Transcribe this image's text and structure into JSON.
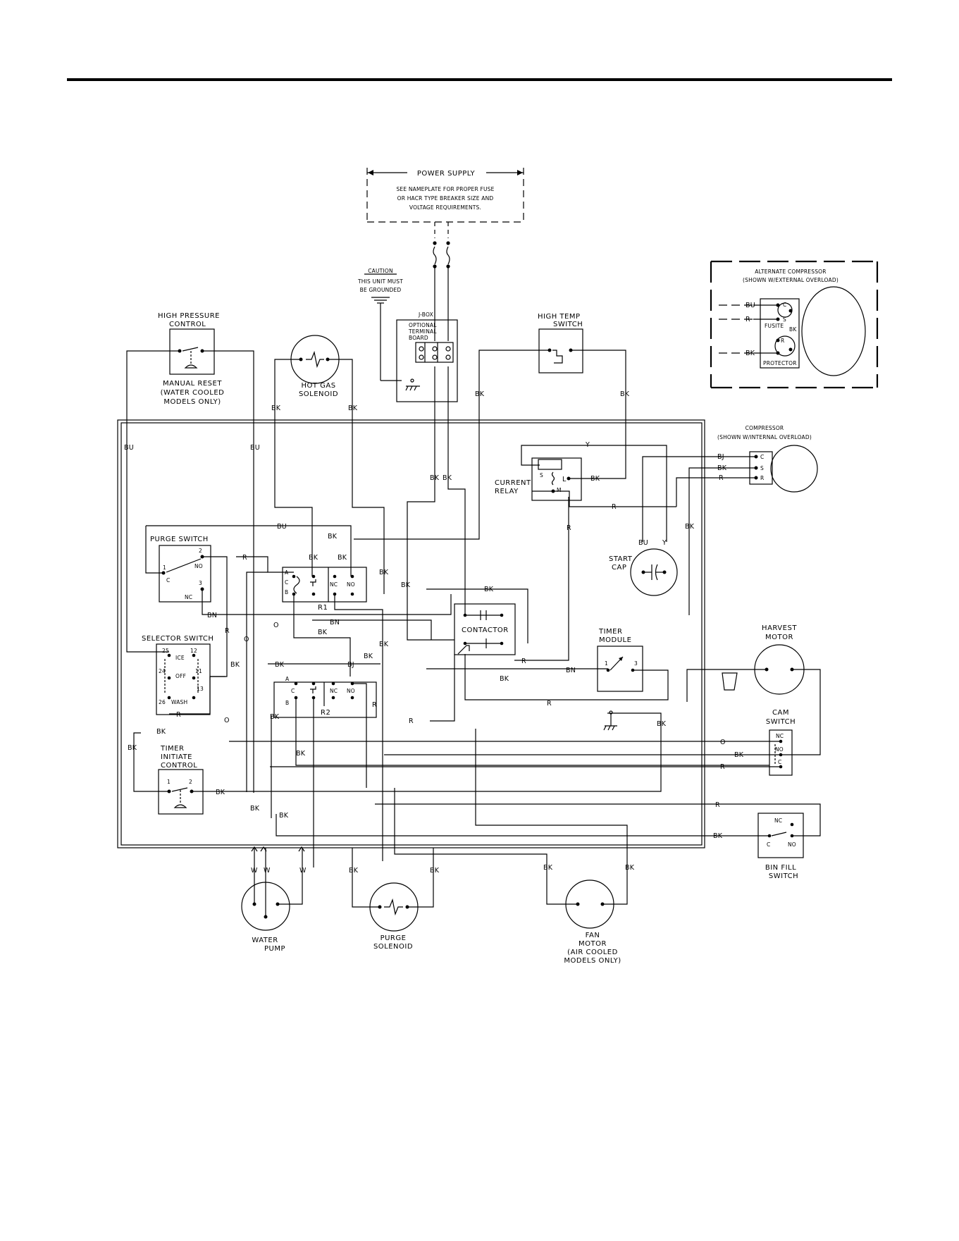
{
  "power_supply": {
    "title": "POWER SUPPLY",
    "lines": [
      "SEE NAMEPLATE FOR PROPER FUSE",
      "OR HACR TYPE BREAKER SIZE AND",
      "VOLTAGE REQUIREMENTS."
    ]
  },
  "caution": {
    "title": "CAUTION",
    "lines": [
      "THIS UNIT MUST",
      "BE GROUNDED"
    ]
  },
  "jbox": {
    "title": "J-BOX",
    "lines": [
      "OPTIONAL",
      "TERMINAL",
      "BOARD"
    ]
  },
  "alternate_compressor": {
    "title": "ALTERNATE COMPRESSOR",
    "subtitle": "(SHOWN W/EXTERNAL OVERLOAD)",
    "wires": [
      "BU",
      "R",
      "BK"
    ],
    "pins": [
      "C",
      "S",
      "R"
    ],
    "labels": [
      "FUSITE",
      "BK",
      "PROTECTOR"
    ]
  },
  "high_pressure": {
    "title": [
      "HIGH PRESSURE",
      "CONTROL"
    ],
    "note": [
      "MANUAL RESET",
      "(WATER COOLED",
      "MODELS ONLY)"
    ]
  },
  "hot_gas": [
    "HOT GAS",
    "SOLENOID"
  ],
  "high_temp": [
    "HIGH TEMP",
    "SWITCH"
  ],
  "compressor": {
    "title": "COMPRESSOR",
    "subtitle": "(SHOWN W/INTERNAL OVERLOAD)",
    "pins": [
      "C",
      "S",
      "R"
    ]
  },
  "current_relay": {
    "label": [
      "CURRENT",
      "RELAY"
    ],
    "pins": [
      "S",
      "L",
      "M"
    ]
  },
  "start_cap": [
    "START",
    "CAP"
  ],
  "purge_switch": {
    "title": "PURGE SWITCH",
    "pins": [
      "2",
      "NO",
      "1",
      "C",
      "3",
      "NC"
    ]
  },
  "relay_r1": {
    "name": "R1",
    "terms": [
      "A",
      "C",
      "B",
      "NC",
      "NO"
    ]
  },
  "relay_r2": {
    "name": "R2",
    "terms": [
      "A",
      "C",
      "B",
      "NC",
      "NO"
    ]
  },
  "contactor": "CONTACTOR",
  "selector_switch": {
    "title": "SELECTOR SWITCH",
    "terms": [
      "25",
      "ICE",
      "12",
      "24",
      "OFF",
      "11",
      "13",
      "26",
      "WASH"
    ]
  },
  "timer_module": {
    "title": [
      "TIMER",
      "MODULE"
    ],
    "pins": [
      "1",
      "3"
    ]
  },
  "harvest_motor": [
    "HARVEST",
    "MOTOR"
  ],
  "cam_switch": {
    "title": [
      "CAM",
      "SWITCH"
    ],
    "terms": [
      "NC",
      "NO",
      "C"
    ]
  },
  "timer_initiate": {
    "title": [
      "TIMER",
      "INITIATE",
      "CONTROL"
    ],
    "pins": [
      "1",
      "2"
    ]
  },
  "bin_fill": {
    "title": [
      "BIN FILL",
      "SWITCH"
    ],
    "terms": [
      "NC",
      "C",
      "NO"
    ]
  },
  "water_pump": [
    "WATER",
    "PUMP"
  ],
  "purge_solenoid": [
    "PURGE",
    "SOLENOID"
  ],
  "fan_motor": [
    "FAN",
    "MOTOR",
    "(AIR COOLED",
    "MODELS ONLY)"
  ],
  "wire_codes": {
    "BU": "BU",
    "BK": "BK",
    "R": "R",
    "Y": "Y",
    "BN": "BN",
    "O": "O",
    "W": "W",
    "BJ": "BJ"
  }
}
